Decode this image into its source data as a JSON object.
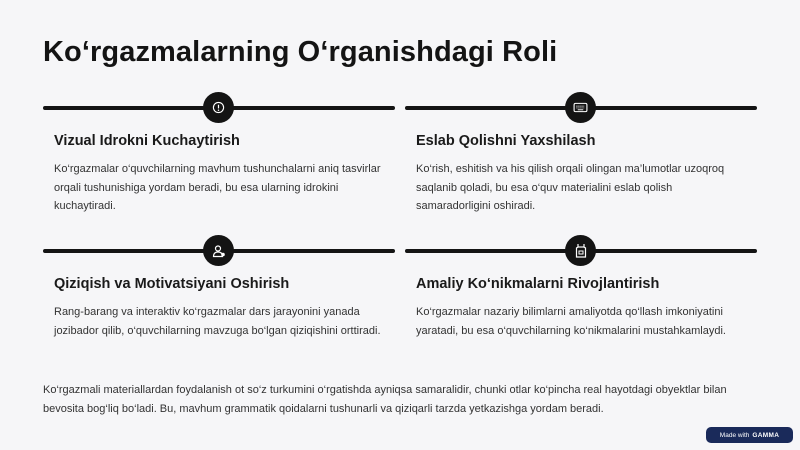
{
  "title": "Ko‘rgazmalarning O‘rganishdagi Roli",
  "cards": [
    {
      "icon": "info-icon",
      "heading": "Vizual Idrokni Kuchaytirish",
      "text": "Ko‘rgazmalar o‘quvchilarning mavhum tushunchalarni aniq tasvirlar orqali tushunishiga yordam beradi, bu esa ularning idrokini kuchaytiradi."
    },
    {
      "icon": "keyboard-icon",
      "heading": "Eslab Qolishni Yaxshilash",
      "text": "Ko‘rish, eshitish va his qilish orqali olingan ma’lumotlar uzoqroq saqlanib qoladi, bu esa o‘quv materialini eslab qolish samaradorligini oshiradi."
    },
    {
      "icon": "user-icon",
      "heading": "Qiziqish va Motivatsiyani Oshirish",
      "text": "Rang-barang va interaktiv ko‘rgazmalar dars jarayonini yanada jozibador qilib, o‘quvchilarning mavzuga bo‘lgan qiziqishini orttiradi."
    },
    {
      "icon": "apron-icon",
      "heading": "Amaliy Ko‘nikmalarni Rivojlantirish",
      "text": "Ko‘rgazmalar nazariy bilimlarni amaliyotda qo‘llash imkoniyatini yaratadi, bu esa o‘quvchilarning ko‘nikmalarini mustahkamlaydi."
    }
  ],
  "footer_text": "Ko‘rgazmali materiallardan foydalanish ot so‘z turkumini o‘rgatishda ayniqsa samaralidir, chunki otlar ko‘pincha real hayotdagi obyektlar bilan bevosita bog‘liq bo‘ladi. Bu, mavhum grammatik qoidalarni tushunarli va qiziqarli tarzda yetkazishga yordam beradi.",
  "badge": {
    "prefix": "Made with",
    "brand": "GAMMA"
  }
}
